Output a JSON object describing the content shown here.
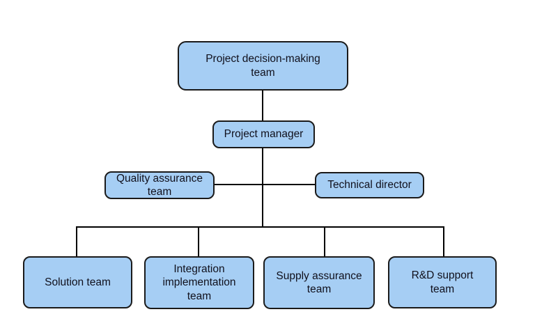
{
  "diagram": {
    "type": "org-chart",
    "colors": {
      "background": "#ffffff",
      "node_fill": "#a6cef4",
      "node_border": "#1a1a1a",
      "text_color": "#10101c",
      "connector_color": "#000000"
    },
    "nodes": [
      {
        "id": "project-decision-making-team",
        "label": "Project decision-making\nteam",
        "level": 1
      },
      {
        "id": "project-manager",
        "label": "Project manager",
        "level": 2
      },
      {
        "id": "quality-assurance-team",
        "label": "Quality assurance\nteam",
        "level": 3
      },
      {
        "id": "technical-director",
        "label": "Technical director",
        "level": 3
      },
      {
        "id": "solution-team",
        "label": "Solution team",
        "level": 4
      },
      {
        "id": "integration-implementation-team",
        "label": "Integration\nimplementation\nteam",
        "level": 4
      },
      {
        "id": "supply-assurance-team",
        "label": "Supply assurance\nteam",
        "level": 4
      },
      {
        "id": "rd-support-team",
        "label": "R&D support\nteam",
        "level": 4
      }
    ],
    "edges": [
      {
        "from": "project-decision-making-team",
        "to": "project-manager"
      },
      {
        "from": "project-manager",
        "to": "quality-assurance-team"
      },
      {
        "from": "project-manager",
        "to": "technical-director"
      },
      {
        "from": "project-manager",
        "to": "solution-team"
      },
      {
        "from": "project-manager",
        "to": "integration-implementation-team"
      },
      {
        "from": "project-manager",
        "to": "supply-assurance-team"
      },
      {
        "from": "project-manager",
        "to": "rd-support-team"
      }
    ]
  }
}
